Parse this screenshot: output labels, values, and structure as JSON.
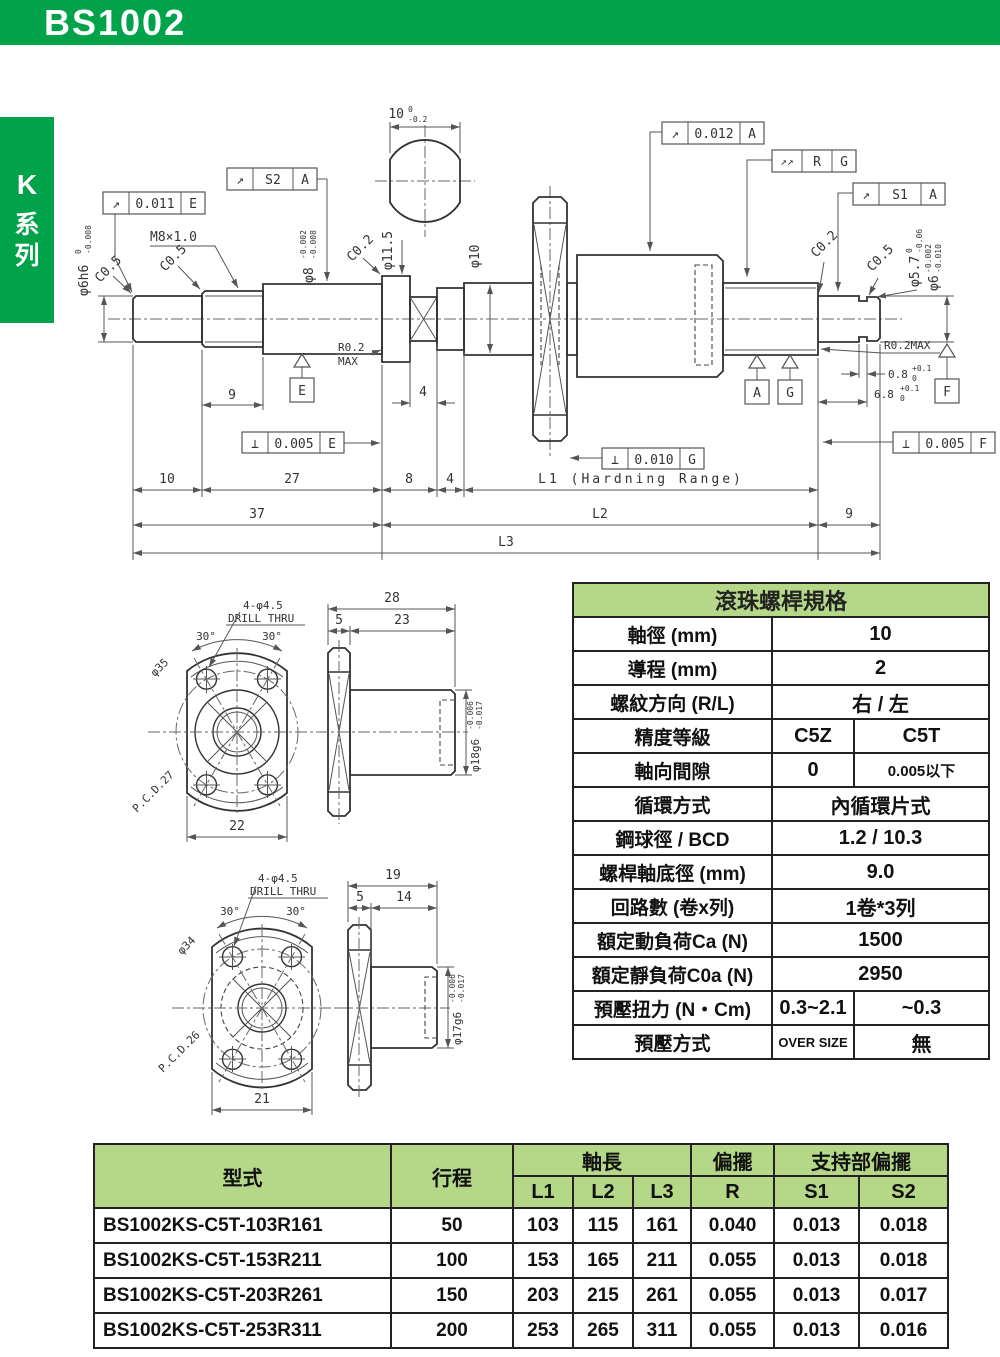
{
  "header": {
    "title": "BS1002"
  },
  "sidebar": {
    "latin": "K",
    "cjk": "系列"
  },
  "colors": {
    "green": "#00a24a",
    "table_header": "#b5d788"
  },
  "drawing": {
    "frames": [
      {
        "sym": "↗",
        "val": "0.011",
        "ref": "E"
      },
      {
        "sym": "↗",
        "val": "S2",
        "ref": "A"
      },
      {
        "sym": "↗",
        "val": "0.012",
        "ref": "A"
      },
      {
        "sym": "↗↗",
        "val": "R",
        "ref": "G"
      },
      {
        "sym": "↗",
        "val": "S1",
        "ref": "A"
      },
      {
        "sym": "⊥",
        "val": "0.005",
        "ref": "E"
      },
      {
        "sym": "⊥",
        "val": "0.010",
        "ref": "G"
      },
      {
        "sym": "⊥",
        "val": "0.005",
        "ref": "F"
      }
    ],
    "datums": {
      "e": "E",
      "a": "A",
      "g": "G",
      "f": "F"
    },
    "labels": {
      "phi6h6": "φ6h6",
      "phi6h6_b": "-0.008",
      "c05": "C0.5",
      "m8": "M8×1.0",
      "phi8": "φ8",
      "phi8_t": "-0.002",
      "phi8_b": "-0.008",
      "c02": "C0.2",
      "phi115": "φ11.5",
      "d10f": "10",
      "d10f_b": "-0.2",
      "phi10": "φ10",
      "r02": "R0.2",
      "max": "MAX",
      "r02max": "R0.2MAX",
      "phi57": "φ5.7",
      "phi57_b": "-0.06",
      "phi6": "φ6",
      "phi6_t": "-0.002",
      "phi6_b": "-0.010",
      "d08": "0.8",
      "d68": "6.8",
      "tol_p01": "+0.1",
      "tol_0": "0",
      "d9": "9",
      "d4": "4",
      "d10": "10",
      "d27": "27",
      "d8": "8",
      "d37": "37",
      "l1": "L1 (Hardning Range)",
      "l2": "L2",
      "l3": "L3"
    },
    "flange1": {
      "holes": "4-φ4.5",
      "drill": "DRILL THRU",
      "a30": "30°",
      "dia_out": "φ35",
      "pcd": "P.C.D.27",
      "w": "22",
      "len": "28",
      "t": "5",
      "body": "23",
      "shank": "φ18g6",
      "shank_t": "-0.006",
      "shank_b": "-0.017"
    },
    "flange2": {
      "holes": "4-φ4.5",
      "drill": "DRILL THRU",
      "a30": "30°",
      "dia_out": "φ34",
      "pcd": "P.C.D.26",
      "w": "21",
      "len": "19",
      "t": "5",
      "body": "14",
      "shank": "φ17g6",
      "shank_t": "-0.006",
      "shank_b": "-0.017"
    }
  },
  "spec_table": {
    "title": "滾珠螺桿規格",
    "rows": [
      {
        "label": "軸徑 (mm)",
        "value": "10"
      },
      {
        "label": "導程 (mm)",
        "value": "2"
      },
      {
        "label": "螺紋方向 (R/L)",
        "value": "右 / 左"
      },
      {
        "label": "精度等級",
        "v1": "C5Z",
        "v2": "C5T"
      },
      {
        "label": "軸向間隙",
        "v1": "0",
        "v2": "0.005以下"
      },
      {
        "label": "循環方式",
        "value": "內循環片式"
      },
      {
        "label": "鋼球徑 / BCD",
        "value": "1.2 / 10.3"
      },
      {
        "label": "螺桿軸底徑 (mm)",
        "value": "9.0"
      },
      {
        "label": "回路數 (卷x列)",
        "value": "1卷*3列"
      },
      {
        "label": "額定動負荷Ca  (N)",
        "value": "1500"
      },
      {
        "label": "額定靜負荷C0a  (N)",
        "value": "2950"
      },
      {
        "label": "預壓扭力  (N・Cm)",
        "v1": "0.3~2.1",
        "v2": "~0.3"
      },
      {
        "label": "預壓方式",
        "v1": "OVER SIZE",
        "v2": "無"
      }
    ]
  },
  "model_table": {
    "headers": {
      "model": "型式",
      "stroke": "行程",
      "axis": "軸長",
      "l1": "L1",
      "l2": "L2",
      "l3": "L3",
      "runout": "偏擺",
      "r": "R",
      "support": "支持部偏擺",
      "s1": "S1",
      "s2": "S2"
    },
    "rows": [
      {
        "model": "BS1002KS-C5T-103R161",
        "stroke": "50",
        "l1": "103",
        "l2": "115",
        "l3": "161",
        "r": "0.040",
        "s1": "0.013",
        "s2": "0.018"
      },
      {
        "model": "BS1002KS-C5T-153R211",
        "stroke": "100",
        "l1": "153",
        "l2": "165",
        "l3": "211",
        "r": "0.055",
        "s1": "0.013",
        "s2": "0.018"
      },
      {
        "model": "BS1002KS-C5T-203R261",
        "stroke": "150",
        "l1": "203",
        "l2": "215",
        "l3": "261",
        "r": "0.055",
        "s1": "0.013",
        "s2": "0.017"
      },
      {
        "model": "BS1002KS-C5T-253R311",
        "stroke": "200",
        "l1": "253",
        "l2": "265",
        "l3": "311",
        "r": "0.055",
        "s1": "0.013",
        "s2": "0.016"
      }
    ]
  }
}
